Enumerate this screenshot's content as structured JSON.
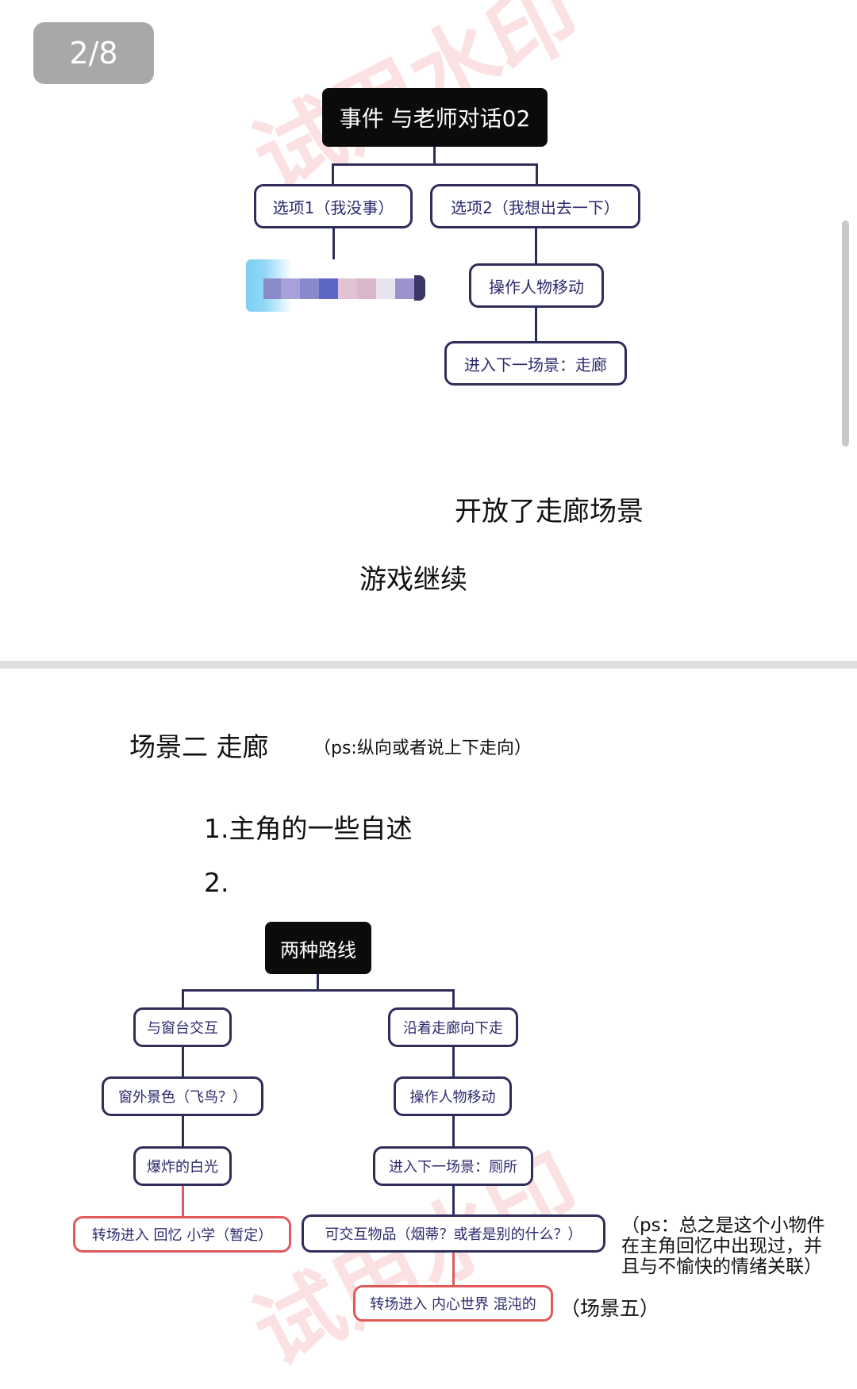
{
  "page_indicator": "2/8",
  "watermark": "试用水印",
  "section1": {
    "root": "事件 与老师对话02",
    "option1": "选项1（我没事）",
    "option2": "选项2（我想出去一下）",
    "step1": "操作人物移动",
    "step2": "进入下一场景：走廊",
    "note_open": "开放了走廊场景",
    "note_continue": "游戏继续"
  },
  "section2": {
    "title": "场景二  走廊",
    "title_note": "（ps:纵向或者说上下走向）",
    "item1": "1.主角的一些自述",
    "item2": "2.",
    "root": "两种路线",
    "left": [
      "与窗台交互",
      "窗外景色（飞鸟？）",
      "爆炸的白光",
      "转场进入 回忆 小学（暂定）"
    ],
    "right": [
      "沿着走廊向下走",
      "操作人物移动",
      "进入下一场景：厕所",
      "可交互物品（烟蒂？或者是别的什么？）",
      "转场进入 内心世界 混沌的"
    ],
    "side_note": [
      "（ps：总之是这个小物件",
      "在主角回忆中出现过，并",
      "且与不愉快的情绪关联）"
    ],
    "scene_tag": "（场景五）"
  },
  "colors": {
    "node_border": "#2f2d5a",
    "node_text": "#2d2a6e",
    "highlight_red": "#e05a5a",
    "root_bg": "#0b0b0b",
    "badge_bg": "#a8a8a8"
  }
}
